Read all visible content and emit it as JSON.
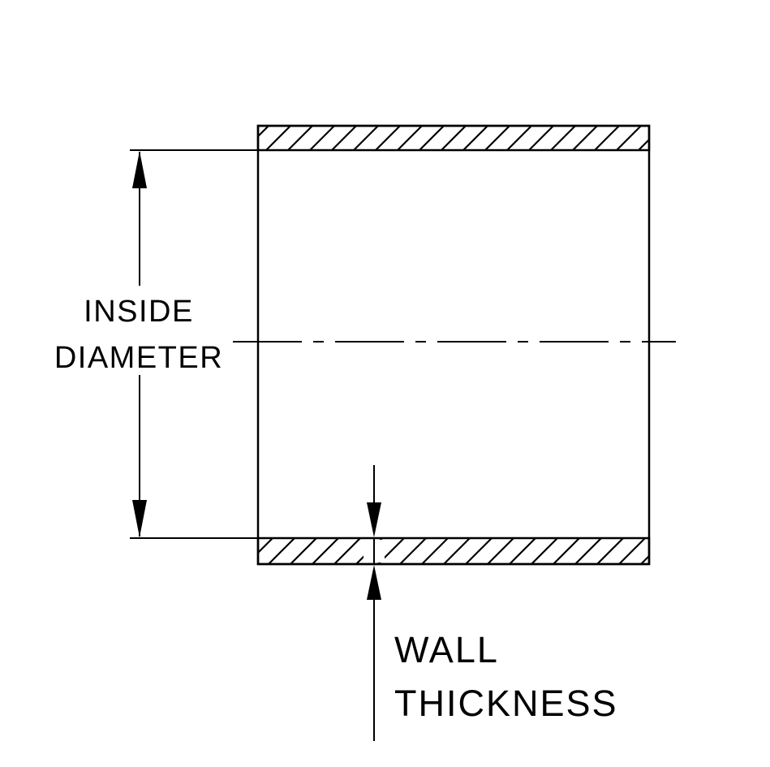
{
  "diagram": {
    "labels": {
      "inside_diameter": [
        "INSIDE",
        "DIAMETER"
      ],
      "wall_thickness": [
        "WALL",
        "THICKNESS"
      ]
    },
    "colors": {
      "line": "#000000",
      "background": "#ffffff"
    }
  }
}
